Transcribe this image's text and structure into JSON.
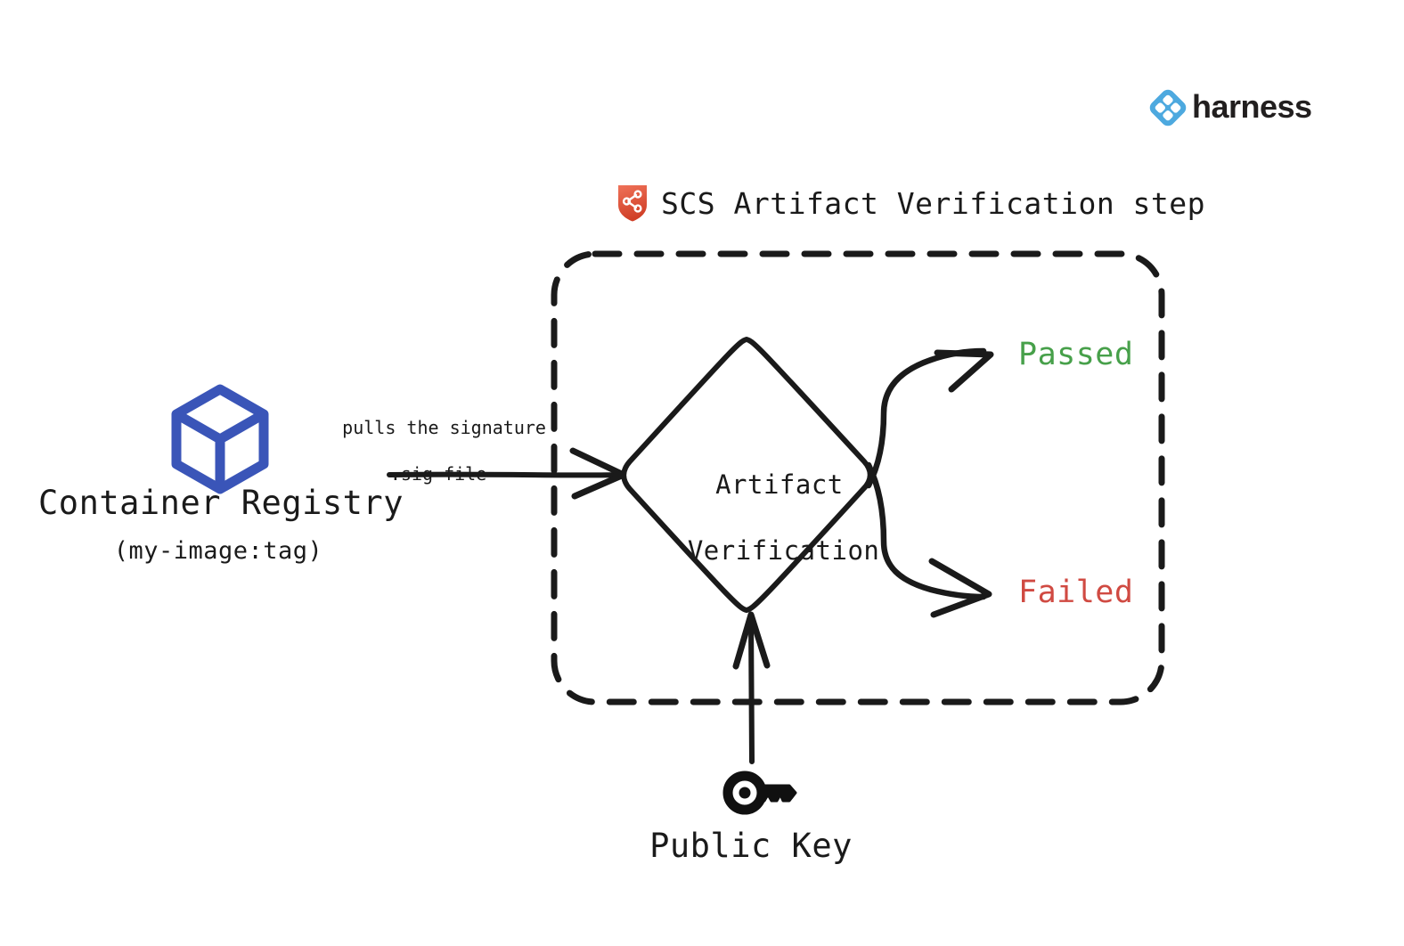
{
  "diagram": {
    "title_text": "SCS Artifact Verification step",
    "title_icon": "scs-shield-icon"
  },
  "brand": {
    "name": "harness",
    "mark_icon": "harness-diamond-logo-icon",
    "color": "#4DA9DF"
  },
  "source": {
    "icon": "container-cube-icon",
    "icon_color": "#3a55b8",
    "name": "Container Registry",
    "tag": "(my-image:tag)"
  },
  "edges": {
    "pull_note_line1": "pulls the signature",
    "pull_note_line2": ".sig file"
  },
  "process": {
    "label_line1": "Artifact",
    "label_line2": "Verification",
    "shape": "diamond"
  },
  "outcomes": [
    {
      "label": "Passed",
      "color": "#47a04a",
      "name": "outcome-passed"
    },
    {
      "label": "Failed",
      "color": "#d04a42",
      "name": "outcome-failed"
    }
  ],
  "key_input": {
    "icon": "key-icon",
    "label": "Public Key"
  },
  "colors": {
    "stroke": "#1a1a1a",
    "background": "#ffffff",
    "shield_top": "#e8604c",
    "shield_bottom": "#d1412c"
  }
}
